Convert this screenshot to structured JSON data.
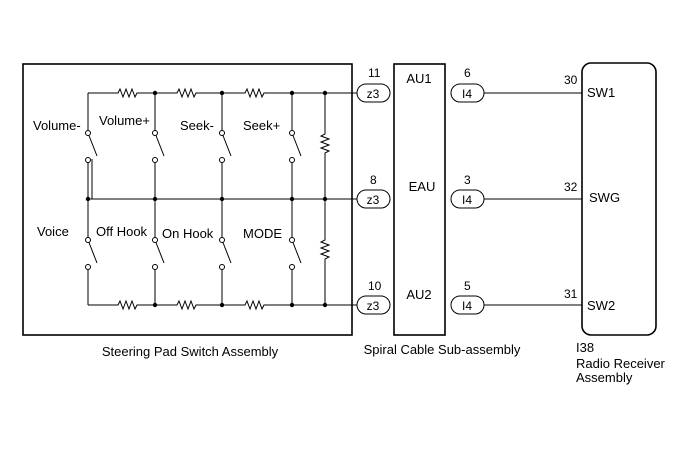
{
  "switch_assembly": {
    "title": "Steering Pad Switch Assembly",
    "switches_top": [
      "Volume-",
      "Volume+",
      "Seek-",
      "Seek+"
    ],
    "switches_bottom": [
      "Voice",
      "Off Hook",
      "On Hook",
      "MODE"
    ]
  },
  "connectors": {
    "switch_side": "z3",
    "receiver_side": "I4"
  },
  "spiral_cable": {
    "title": "Spiral Cable Sub-assembly",
    "signals": [
      "AU1",
      "EAU",
      "AU2"
    ]
  },
  "pins": {
    "z3": [
      "11",
      "8",
      "10"
    ],
    "i4": [
      "6",
      "3",
      "5"
    ],
    "receiver": [
      "30",
      "32",
      "31"
    ]
  },
  "receiver": {
    "code": "I38",
    "name_line1": "Radio Receiver",
    "name_line2": "Assembly",
    "terminals": [
      "SW1",
      "SWG",
      "SW2"
    ]
  }
}
